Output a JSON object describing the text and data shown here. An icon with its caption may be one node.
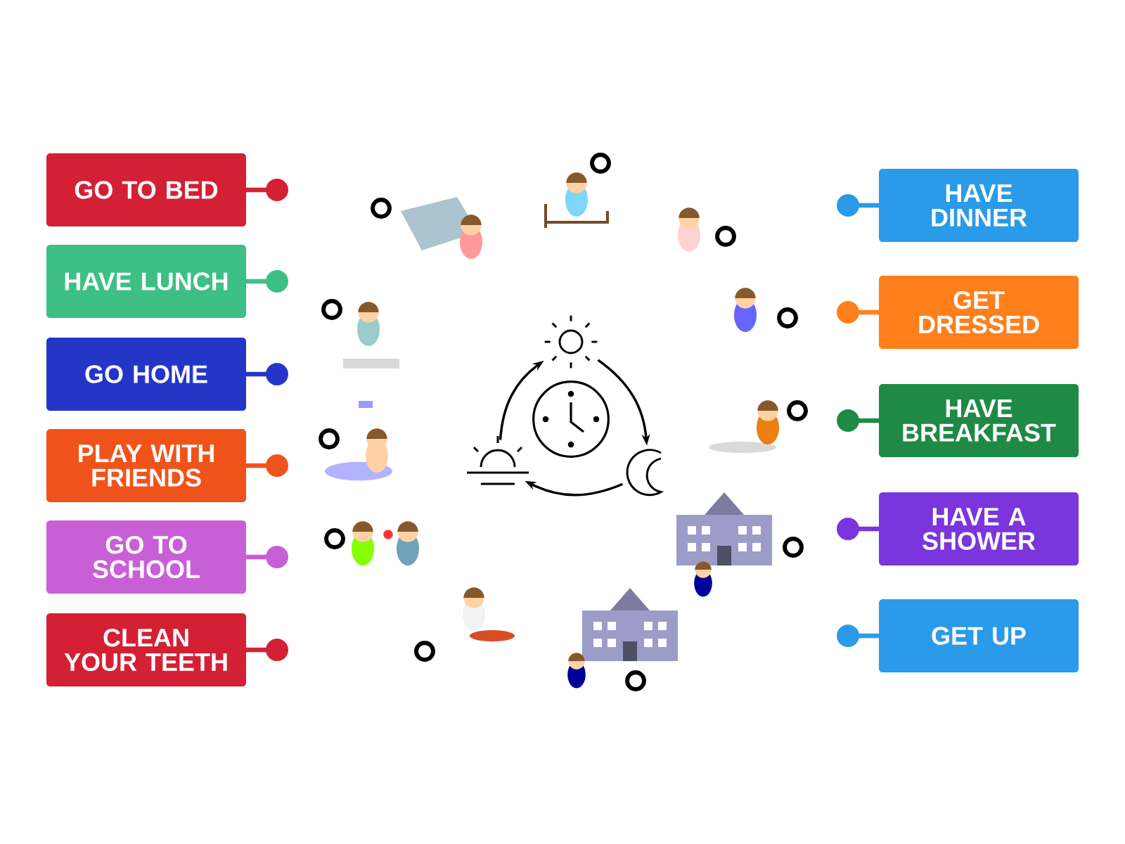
{
  "diagram": {
    "nodes": [
      {
        "text": [
          "GO TO BED"
        ]
      },
      {
        "text": [
          "HAVE LUNCH"
        ]
      },
      {
        "text": [
          "GO HOME"
        ]
      },
      {
        "text": [
          "PLAY WITH FRIENDS"
        ]
      },
      {
        "text": [
          "GO TO SCHOOL"
        ]
      },
      {
        "text": [
          "CLEAN YOUR TEETH"
        ]
      },
      {
        "text": [
          "HAVE DINNER"
        ]
      },
      {
        "text": [
          "GET DRESSED"
        ]
      },
      {
        "text": [
          "HAVE BREAKFAST"
        ]
      },
      {
        "text": [
          "HAVE A SHOWER"
        ]
      },
      {
        "text": [
          "GET UP"
        ]
      },
      {
        "text": [],
        "shape": "picture"
      },
      {
        "text": [],
        "shape": "picture"
      },
      {
        "text": [],
        "shape": "picture"
      }
    ],
    "edges": [
      {
        "from": 11,
        "to": 12,
        "arrow": "to"
      },
      {
        "from": 12,
        "to": 13,
        "arrow": "to"
      },
      {
        "from": 13,
        "to": 11,
        "arrow": "to"
      }
    ]
  }
}
